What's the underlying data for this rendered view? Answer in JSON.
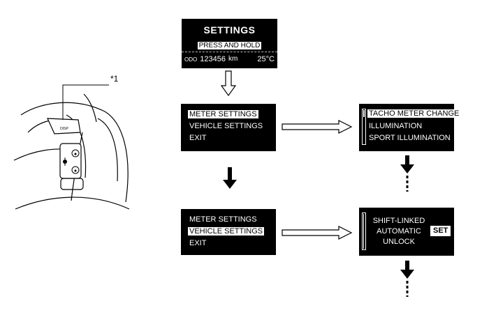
{
  "callout": {
    "label": "*1"
  },
  "wheel": {
    "switch_label": "DISP"
  },
  "initial_screen": {
    "title": "SETTINGS",
    "hold_text": "PRESS AND HOLD",
    "odo_label": "ODO",
    "odo_value": "123456",
    "odo_unit": "km",
    "temperature": "25°C"
  },
  "menu_a": {
    "items": [
      "METER SETTINGS",
      "VEHICLE SETTINGS",
      "EXIT"
    ],
    "selected_index": 0
  },
  "menu_b": {
    "items": [
      "METER SETTINGS",
      "VEHICLE SETTINGS",
      "EXIT"
    ],
    "selected_index": 1
  },
  "meter_submenu": {
    "items": [
      "TACHO METER CHANGE",
      "ILLUMINATION",
      "SPORT ILLUMINATION"
    ],
    "selected_index": 0
  },
  "vehicle_submenu": {
    "lines": [
      "SHIFT-LINKED",
      "AUTOMATIC",
      "UNLOCK"
    ],
    "set_label": "SET"
  }
}
